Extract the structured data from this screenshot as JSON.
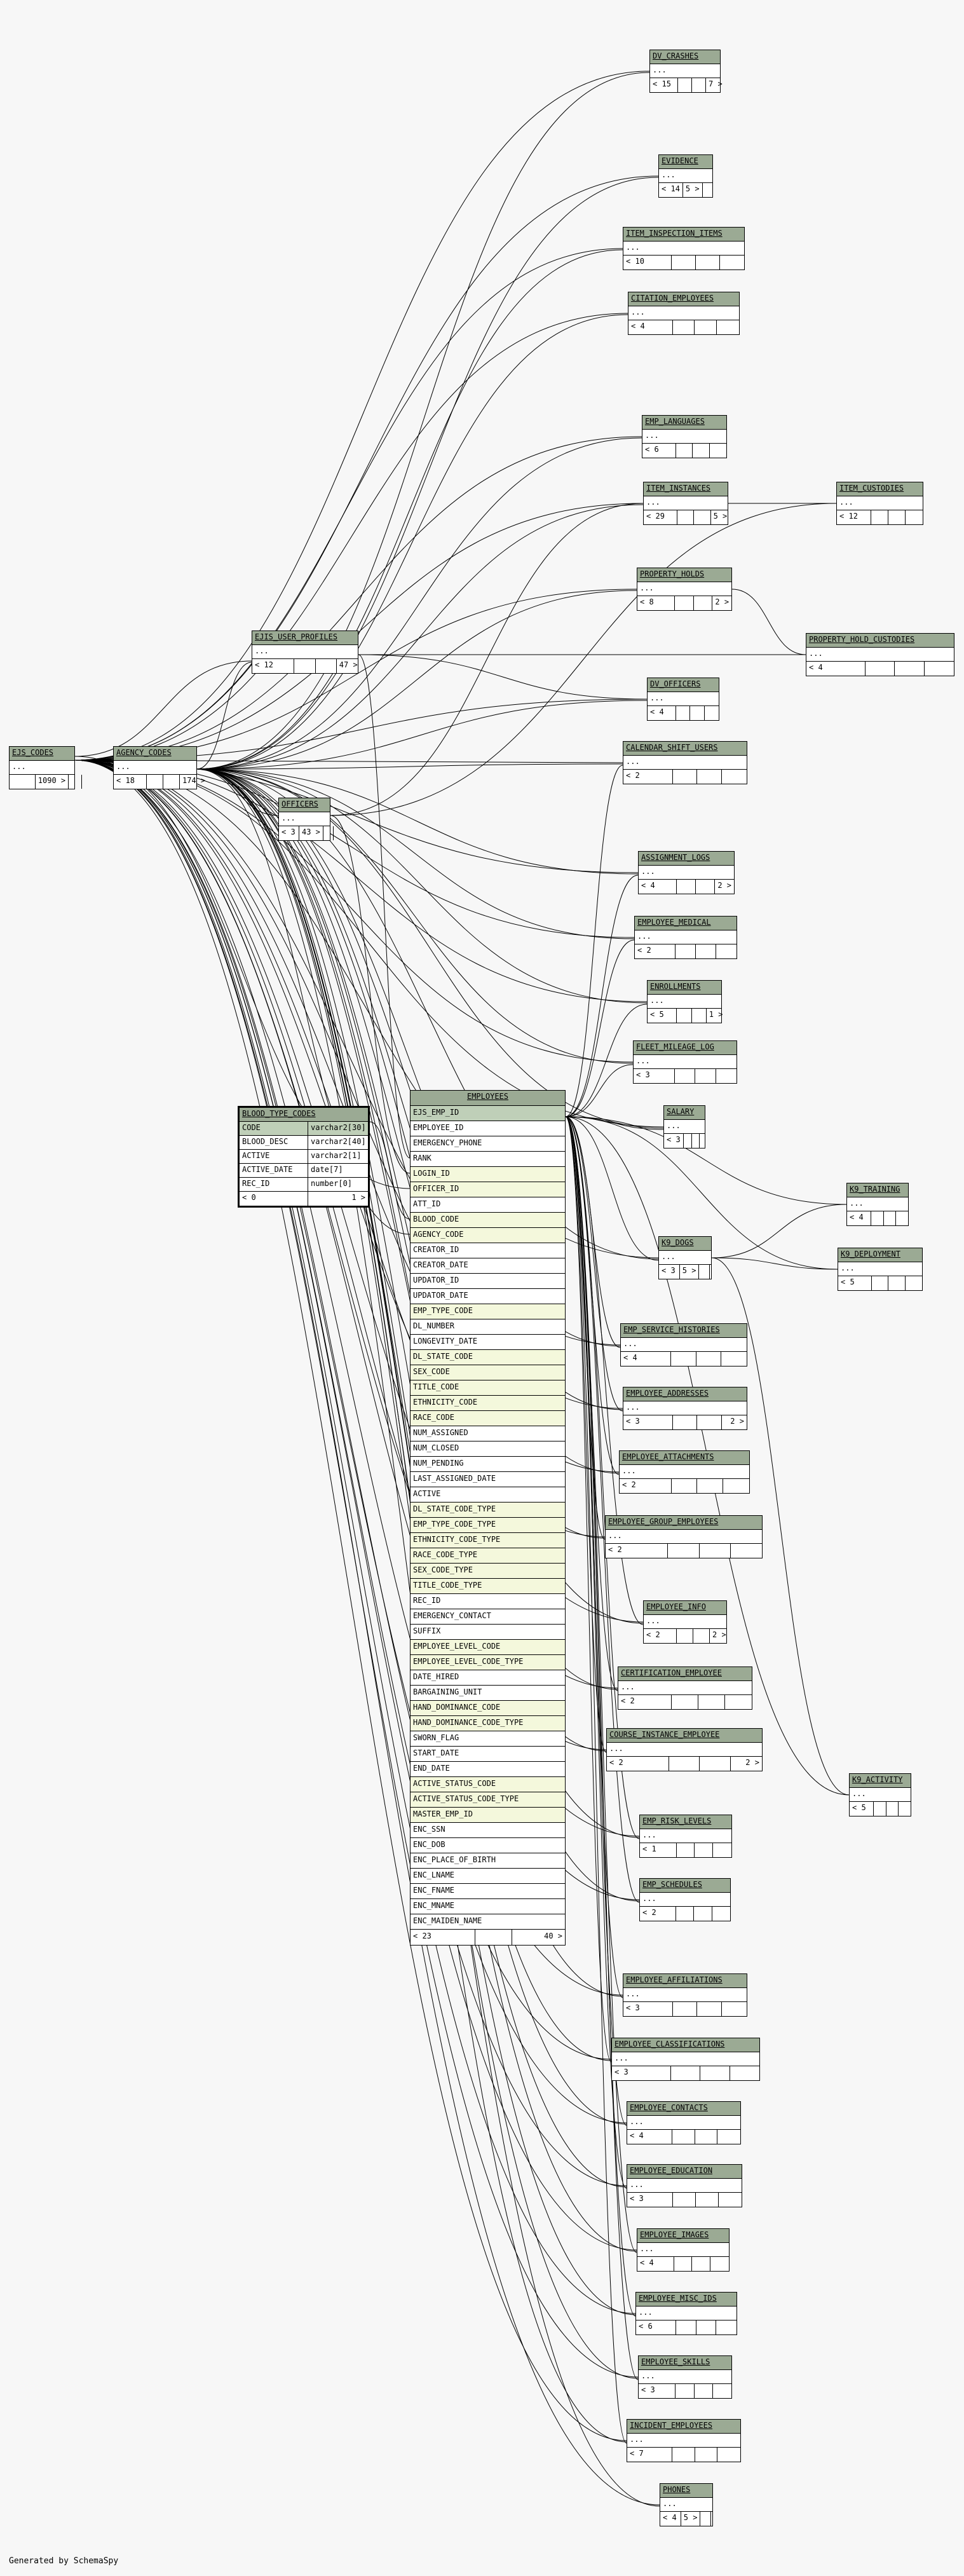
{
  "credit": "Generated by SchemaSpy",
  "tables": [
    {
      "id": "dv_crashes",
      "name": "DV_CRASHES",
      "body": "...",
      "foot": [
        "<",
        "15",
        "",
        "7 >"
      ]
    },
    {
      "id": "evidence",
      "name": "EVIDENCE",
      "body": "...",
      "foot": [
        "<",
        "14",
        "5 >",
        ""
      ]
    },
    {
      "id": "item_inspection_items",
      "name": "ITEM_INSPECTION_ITEMS",
      "body": "...",
      "foot": [
        "<",
        "10",
        "",
        ""
      ]
    },
    {
      "id": "citation_employees",
      "name": "CITATION_EMPLOYEES",
      "body": "...",
      "foot": [
        "<",
        "4",
        "",
        ""
      ]
    },
    {
      "id": "emp_languages",
      "name": "EMP_LANGUAGES",
      "body": "...",
      "foot": [
        "<",
        "6",
        "",
        ""
      ]
    },
    {
      "id": "item_instances",
      "name": "ITEM_INSTANCES",
      "body": "...",
      "foot": [
        "<",
        "29",
        "",
        "5 >"
      ]
    },
    {
      "id": "item_custodies",
      "name": "ITEM_CUSTODIES",
      "body": "...",
      "foot": [
        "<",
        "12",
        "",
        ""
      ]
    },
    {
      "id": "property_holds",
      "name": "PROPERTY_HOLDS",
      "body": "...",
      "foot": [
        "<",
        "8",
        "",
        "2 >"
      ]
    },
    {
      "id": "property_hold_custodies",
      "name": "PROPERTY_HOLD_CUSTODIES",
      "body": "...",
      "foot": [
        "<",
        "4",
        "",
        ""
      ]
    },
    {
      "id": "ejis_user_profiles",
      "name": "EJIS_USER_PROFILES",
      "body": "...",
      "foot": [
        "<",
        "12",
        "",
        "47 >"
      ]
    },
    {
      "id": "dv_officers",
      "name": "DV_OFFICERS",
      "body": "...",
      "foot": [
        "<",
        "4",
        "",
        ""
      ]
    },
    {
      "id": "ejs_codes",
      "name": "EJS_CODES",
      "body": "...",
      "foot": [
        "",
        "",
        "1090 >",
        ""
      ]
    },
    {
      "id": "agency_codes",
      "name": "AGENCY_CODES",
      "body": "...",
      "foot": [
        "<",
        "18",
        "",
        "174 >"
      ]
    },
    {
      "id": "calendar_shift_users",
      "name": "CALENDAR_SHIFT_USERS",
      "body": "...",
      "foot": [
        "<",
        "2",
        "",
        ""
      ]
    },
    {
      "id": "officers",
      "name": "OFFICERS",
      "body": "...",
      "foot": [
        "<",
        "3",
        "43 >",
        ""
      ]
    },
    {
      "id": "assignment_logs",
      "name": "ASSIGNMENT_LOGS",
      "body": "...",
      "foot": [
        "<",
        "4",
        "",
        "2 >"
      ]
    },
    {
      "id": "employee_medical",
      "name": "EMPLOYEE_MEDICAL",
      "body": "...",
      "foot": [
        "<",
        "2",
        "",
        ""
      ]
    },
    {
      "id": "enrollments",
      "name": "ENROLLMENTS",
      "body": "...",
      "foot": [
        "<",
        "5",
        "",
        "1 >"
      ]
    },
    {
      "id": "fleet_mileage_log",
      "name": "FLEET_MILEAGE_LOG",
      "body": "...",
      "foot": [
        "<",
        "3",
        "",
        ""
      ]
    },
    {
      "id": "salary",
      "name": "SALARY",
      "body": "...",
      "foot": [
        "<",
        "3",
        "",
        ""
      ]
    },
    {
      "id": "k9_training",
      "name": "K9_TRAINING",
      "body": "...",
      "foot": [
        "<",
        "4",
        "",
        ""
      ]
    },
    {
      "id": "k9_dogs",
      "name": "K9_DOGS",
      "body": "...",
      "foot": [
        "<",
        "3",
        "5 >",
        ""
      ]
    },
    {
      "id": "k9_deployment",
      "name": "K9_DEPLOYMENT",
      "body": "...",
      "foot": [
        "<",
        "5",
        "",
        ""
      ]
    },
    {
      "id": "emp_service_histories",
      "name": "EMP_SERVICE_HISTORIES",
      "body": "...",
      "foot": [
        "<",
        "4",
        "",
        ""
      ]
    },
    {
      "id": "employee_addresses",
      "name": "EMPLOYEE_ADDRESSES",
      "body": "...",
      "foot": [
        "<",
        "3",
        "",
        "2 >"
      ]
    },
    {
      "id": "employee_attachments",
      "name": "EMPLOYEE_ATTACHMENTS",
      "body": "...",
      "foot": [
        "<",
        "2",
        "",
        ""
      ]
    },
    {
      "id": "employee_group_employees",
      "name": "EMPLOYEE_GROUP_EMPLOYEES",
      "body": "...",
      "foot": [
        "<",
        "2",
        "",
        ""
      ]
    },
    {
      "id": "employee_info",
      "name": "EMPLOYEE_INFO",
      "body": "...",
      "foot": [
        "<",
        "2",
        "",
        "2 >"
      ]
    },
    {
      "id": "certification_employee",
      "name": "CERTIFICATION_EMPLOYEE",
      "body": "...",
      "foot": [
        "<",
        "2",
        "",
        ""
      ]
    },
    {
      "id": "course_instance_employee",
      "name": "COURSE_INSTANCE_EMPLOYEE",
      "body": "...",
      "foot": [
        "<",
        "2",
        "",
        "2 >"
      ]
    },
    {
      "id": "k9_activity",
      "name": "K9_ACTIVITY",
      "body": "...",
      "foot": [
        "<",
        "5",
        "",
        ""
      ]
    },
    {
      "id": "emp_risk_levels",
      "name": "EMP_RISK_LEVELS",
      "body": "...",
      "foot": [
        "<",
        "1",
        "",
        ""
      ]
    },
    {
      "id": "emp_schedules",
      "name": "EMP_SCHEDULES",
      "body": "...",
      "foot": [
        "<",
        "2",
        "",
        ""
      ]
    },
    {
      "id": "employee_affiliations",
      "name": "EMPLOYEE_AFFILIATIONS",
      "body": "...",
      "foot": [
        "<",
        "3",
        "",
        ""
      ]
    },
    {
      "id": "employee_classifications",
      "name": "EMPLOYEE_CLASSIFICATIONS",
      "body": "...",
      "foot": [
        "<",
        "3",
        "",
        ""
      ]
    },
    {
      "id": "employee_contacts",
      "name": "EMPLOYEE_CONTACTS",
      "body": "...",
      "foot": [
        "<",
        "4",
        "",
        ""
      ]
    },
    {
      "id": "employee_education",
      "name": "EMPLOYEE_EDUCATION",
      "body": "...",
      "foot": [
        "<",
        "3",
        "",
        ""
      ]
    },
    {
      "id": "employee_images",
      "name": "EMPLOYEE_IMAGES",
      "body": "...",
      "foot": [
        "<",
        "4",
        "",
        ""
      ]
    },
    {
      "id": "employee_misc_ids",
      "name": "EMPLOYEE_MISC_IDS",
      "body": "...",
      "foot": [
        "<",
        "6",
        "",
        ""
      ]
    },
    {
      "id": "employee_skills",
      "name": "EMPLOYEE_SKILLS",
      "body": "...",
      "foot": [
        "<",
        "3",
        "",
        ""
      ]
    },
    {
      "id": "incident_employees",
      "name": "INCIDENT_EMPLOYEES",
      "body": "...",
      "foot": [
        "<",
        "7",
        "",
        ""
      ]
    },
    {
      "id": "phones",
      "name": "PHONES",
      "body": "...",
      "foot": [
        "<",
        "4",
        "5 >",
        ""
      ]
    }
  ],
  "blood_type_codes": {
    "name": "BLOOD_TYPE_CODES",
    "columns": [
      {
        "name": "CODE",
        "type": "varchar2[30]",
        "kind": "pk"
      },
      {
        "name": "BLOOD_DESC",
        "type": "varchar2[40]",
        "kind": "plain"
      },
      {
        "name": "ACTIVE",
        "type": "varchar2[1]",
        "kind": "plain"
      },
      {
        "name": "ACTIVE_DATE",
        "type": "date[7]",
        "kind": "plain"
      },
      {
        "name": "REC_ID",
        "type": "number[0]",
        "kind": "plain"
      }
    ],
    "foot": [
      "< 0",
      "1 >"
    ]
  },
  "employees": {
    "name": "EMPLOYEES",
    "columns": [
      {
        "name": "EJS_EMP_ID",
        "kind": "pk"
      },
      {
        "name": "EMPLOYEE_ID",
        "kind": "plain"
      },
      {
        "name": "EMERGENCY_PHONE",
        "kind": "plain"
      },
      {
        "name": "RANK",
        "kind": "plain"
      },
      {
        "name": "LOGIN_ID",
        "kind": "fk"
      },
      {
        "name": "OFFICER_ID",
        "kind": "fk"
      },
      {
        "name": "ATT_ID",
        "kind": "plain"
      },
      {
        "name": "BLOOD_CODE",
        "kind": "fk"
      },
      {
        "name": "AGENCY_CODE",
        "kind": "fk"
      },
      {
        "name": "CREATOR_ID",
        "kind": "plain"
      },
      {
        "name": "CREATOR_DATE",
        "kind": "plain"
      },
      {
        "name": "UPDATOR_ID",
        "kind": "plain"
      },
      {
        "name": "UPDATOR_DATE",
        "kind": "plain"
      },
      {
        "name": "EMP_TYPE_CODE",
        "kind": "fk"
      },
      {
        "name": "DL_NUMBER",
        "kind": "plain"
      },
      {
        "name": "LONGEVITY_DATE",
        "kind": "plain"
      },
      {
        "name": "DL_STATE_CODE",
        "kind": "fk"
      },
      {
        "name": "SEX_CODE",
        "kind": "fk"
      },
      {
        "name": "TITLE_CODE",
        "kind": "fk"
      },
      {
        "name": "ETHNICITY_CODE",
        "kind": "fk"
      },
      {
        "name": "RACE_CODE",
        "kind": "fk"
      },
      {
        "name": "NUM_ASSIGNED",
        "kind": "plain"
      },
      {
        "name": "NUM_CLOSED",
        "kind": "plain"
      },
      {
        "name": "NUM_PENDING",
        "kind": "plain"
      },
      {
        "name": "LAST_ASSIGNED_DATE",
        "kind": "plain"
      },
      {
        "name": "ACTIVE",
        "kind": "plain"
      },
      {
        "name": "DL_STATE_CODE_TYPE",
        "kind": "fk"
      },
      {
        "name": "EMP_TYPE_CODE_TYPE",
        "kind": "fk"
      },
      {
        "name": "ETHNICITY_CODE_TYPE",
        "kind": "fk"
      },
      {
        "name": "RACE_CODE_TYPE",
        "kind": "fk"
      },
      {
        "name": "SEX_CODE_TYPE",
        "kind": "fk"
      },
      {
        "name": "TITLE_CODE_TYPE",
        "kind": "fk"
      },
      {
        "name": "REC_ID",
        "kind": "plain"
      },
      {
        "name": "EMERGENCY_CONTACT",
        "kind": "plain"
      },
      {
        "name": "SUFFIX",
        "kind": "plain"
      },
      {
        "name": "EMPLOYEE_LEVEL_CODE",
        "kind": "fk"
      },
      {
        "name": "EMPLOYEE_LEVEL_CODE_TYPE",
        "kind": "fk"
      },
      {
        "name": "DATE_HIRED",
        "kind": "plain"
      },
      {
        "name": "BARGAINING_UNIT",
        "kind": "plain"
      },
      {
        "name": "HAND_DOMINANCE_CODE",
        "kind": "fk"
      },
      {
        "name": "HAND_DOMINANCE_CODE_TYPE",
        "kind": "fk"
      },
      {
        "name": "SWORN_FLAG",
        "kind": "plain"
      },
      {
        "name": "START_DATE",
        "kind": "plain"
      },
      {
        "name": "END_DATE",
        "kind": "plain"
      },
      {
        "name": "ACTIVE_STATUS_CODE",
        "kind": "fk"
      },
      {
        "name": "ACTIVE_STATUS_CODE_TYPE",
        "kind": "fk"
      },
      {
        "name": "MASTER_EMP_ID",
        "kind": "fk"
      },
      {
        "name": "ENC_SSN",
        "kind": "plain"
      },
      {
        "name": "ENC_DOB",
        "kind": "plain"
      },
      {
        "name": "ENC_PLACE_OF_BIRTH",
        "kind": "plain"
      },
      {
        "name": "ENC_LNAME",
        "kind": "plain"
      },
      {
        "name": "ENC_FNAME",
        "kind": "plain"
      },
      {
        "name": "ENC_MNAME",
        "kind": "plain"
      },
      {
        "name": "ENC_MAIDEN_NAME",
        "kind": "plain"
      }
    ],
    "foot": [
      "< 23",
      "",
      "40 >"
    ]
  }
}
